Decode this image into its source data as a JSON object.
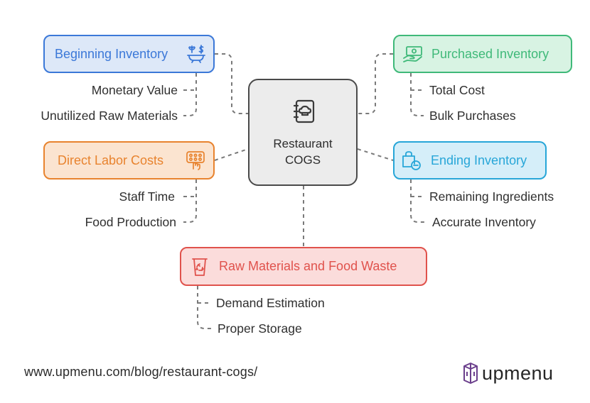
{
  "center": {
    "title_line1": "Restaurant",
    "title_line2": "COGS",
    "icon": "book-chef-hat-icon"
  },
  "nodes": {
    "beginning": {
      "label": "Beginning Inventory",
      "color": "#3b78d8",
      "fill": "#dde8f8",
      "icon": "dollar-plants-icon",
      "items": [
        "Monetary Value",
        "Unutilized Raw Materials"
      ]
    },
    "purchased": {
      "label": "Purchased Inventory",
      "color": "#3fb979",
      "fill": "#d8f3e3",
      "icon": "cash-hand-icon",
      "items": [
        "Total Cost",
        "Bulk Purchases"
      ]
    },
    "labor": {
      "label": "Direct Labor Costs",
      "color": "#e8832e",
      "fill": "#fbe4d0",
      "icon": "hand-grid-icon",
      "items": [
        "Staff Time",
        "Food Production"
      ]
    },
    "ending": {
      "label": "Ending Inventory",
      "color": "#27a6d8",
      "fill": "#d5eef9",
      "icon": "bag-minus-icon",
      "items": [
        "Remaining Ingredients",
        "Accurate Inventory"
      ]
    },
    "waste": {
      "label": "Raw Materials and Food Waste",
      "color": "#e0524c",
      "fill": "#fbdcdb",
      "icon": "recycle-bin-icon",
      "items": [
        "Demand Estimation",
        "Proper Storage"
      ]
    }
  },
  "footer": {
    "url": "www.upmenu.com/blog/restaurant-cogs/",
    "brand": "upmenu",
    "brand_icon": "upmenu-logo-icon"
  }
}
